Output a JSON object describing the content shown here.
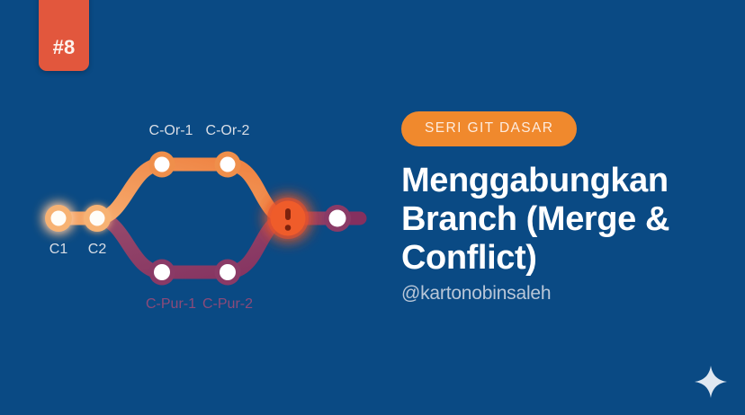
{
  "background_color": "#0a4a84",
  "episode": {
    "badge_label": "#8",
    "badge_color": "#e2573d"
  },
  "text_column": {
    "series_pill_label": "SERI GIT DASAR",
    "series_pill_color": "#f0892d",
    "title": "Menggabungkan Branch (Merge & Conflict)",
    "handle": "@kartonobinsaleh",
    "title_color": "#ffffff",
    "handle_color": "#b9c7d8"
  },
  "diagram": {
    "type": "git-branch-graph",
    "main_branch_color": "#f4a261",
    "orange_branch_color": "#ee7f3e",
    "purple_branch_color": "#8a3060",
    "conflict_color": "#ef5b2b",
    "nodes": [
      {
        "id": "c1",
        "label": "C1",
        "branch": "main",
        "label_color": "#d8dde5",
        "label_pos": "below"
      },
      {
        "id": "c2",
        "label": "C2",
        "branch": "main",
        "label_color": "#d8dde5",
        "label_pos": "below"
      },
      {
        "id": "cor1",
        "label": "C-Or-1",
        "branch": "orange",
        "label_color": "#d8dde5",
        "label_pos": "above"
      },
      {
        "id": "cor2",
        "label": "C-Or-2",
        "branch": "orange",
        "label_color": "#d8dde5",
        "label_pos": "above"
      },
      {
        "id": "cpur1",
        "label": "C-Pur-1",
        "branch": "purple",
        "label_color": "#8d4a79",
        "label_pos": "below"
      },
      {
        "id": "cpur2",
        "label": "C-Pur-2",
        "branch": "purple",
        "label_color": "#8d4a79",
        "label_pos": "below"
      },
      {
        "id": "conflict",
        "label": "!",
        "branch": "merge",
        "label_color": "#7a1f10",
        "label_pos": "inside"
      },
      {
        "id": "merged",
        "label": "",
        "branch": "purple",
        "label_color": "",
        "label_pos": "none"
      }
    ]
  },
  "decoration": {
    "sparkle_label": "sparkle",
    "sparkle_color": "#dfe7f1"
  }
}
